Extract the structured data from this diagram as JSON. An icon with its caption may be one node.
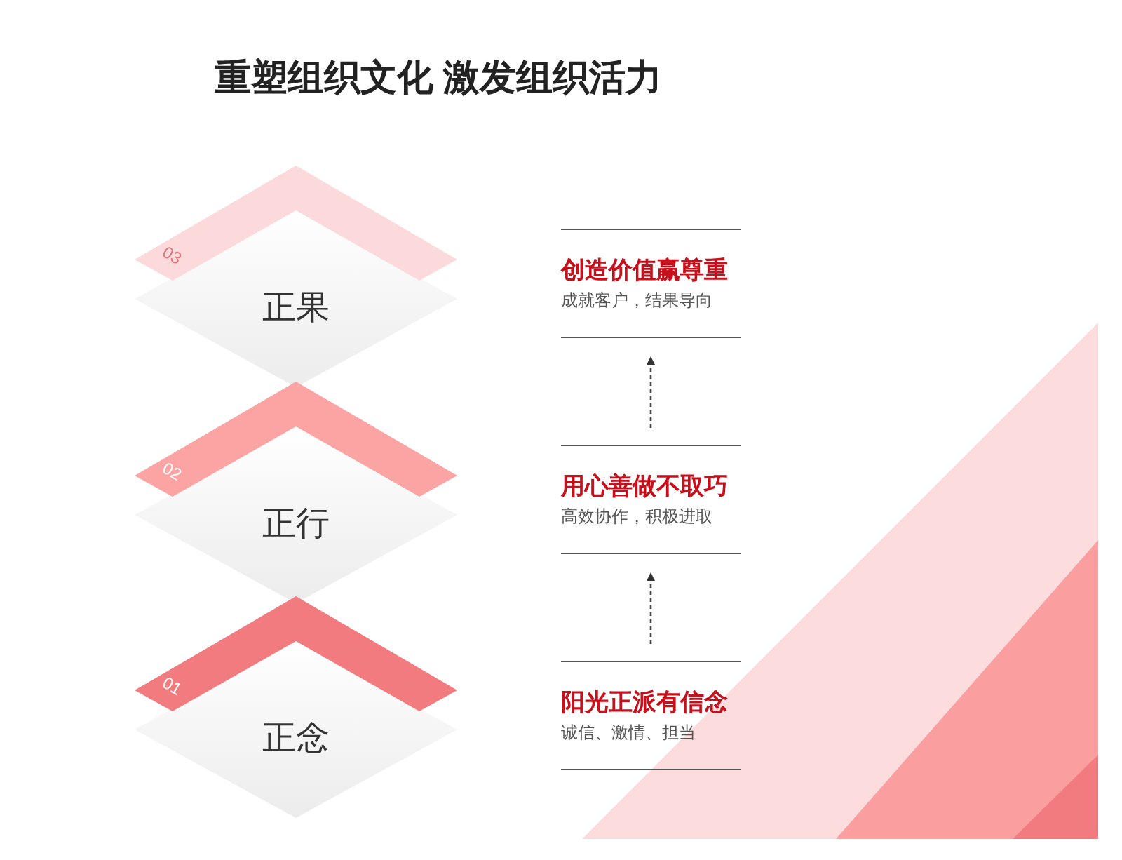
{
  "diagram": {
    "title": "重塑组织文化 激发组织活力",
    "nodes": [
      {
        "text": [
          "03"
        ]
      },
      {
        "text": [
          "正果"
        ]
      },
      {
        "text": [
          "02"
        ]
      },
      {
        "text": [
          "正行"
        ]
      },
      {
        "text": [
          "01"
        ]
      },
      {
        "text": [
          "正念"
        ]
      },
      {
        "text": [
          "创造价值赢尊重",
          "成就客户，结果导向"
        ]
      },
      {
        "text": [
          "用心善做不取巧",
          "高效协作，积极进取"
        ]
      },
      {
        "text": [
          "阳光正派有信念",
          "诚信、激情、担当"
        ]
      }
    ],
    "edges": [
      {
        "from": 7,
        "to": 6,
        "arrow": "to",
        "style": "dashed"
      },
      {
        "from": 8,
        "to": 7,
        "arrow": "to",
        "style": "dashed"
      }
    ]
  }
}
